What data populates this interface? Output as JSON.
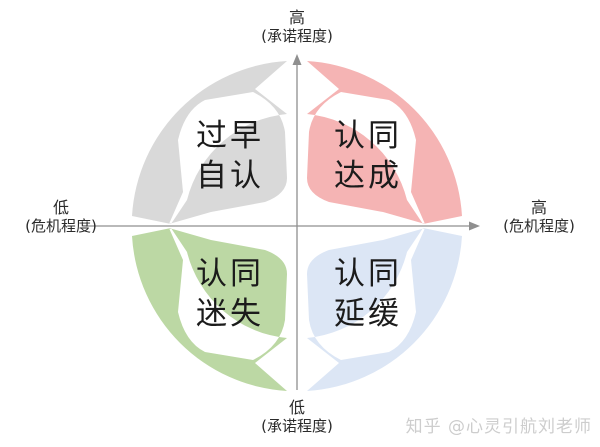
{
  "diagram": {
    "title_hint": "identity-status-quadrant-cycle",
    "background": "#ffffff",
    "axis_color": "#8f8f8f"
  },
  "axes": {
    "top": {
      "line1": "高",
      "line2": "(承诺程度)"
    },
    "bottom": {
      "line1": "低",
      "line2": "(承诺程度)"
    },
    "left": {
      "line1": "低",
      "line2": "(危机程度)"
    },
    "right": {
      "line1": "高",
      "line2": "(危机程度)"
    }
  },
  "quadrants": [
    {
      "id": "top-left",
      "line1": "过早",
      "line2": "自认",
      "color": "#d9d9d9"
    },
    {
      "id": "top-right",
      "line1": "认同",
      "line2": "达成",
      "color": "#f5b4b4"
    },
    {
      "id": "bottom-left",
      "line1": "认同",
      "line2": "迷失",
      "color": "#bcd8a4"
    },
    {
      "id": "bottom-right",
      "line1": "认同",
      "line2": "延缓",
      "color": "#dce6f5"
    }
  ],
  "watermark": {
    "text": "知乎 @心灵引航刘老师",
    "color": "#cdcdcd"
  }
}
